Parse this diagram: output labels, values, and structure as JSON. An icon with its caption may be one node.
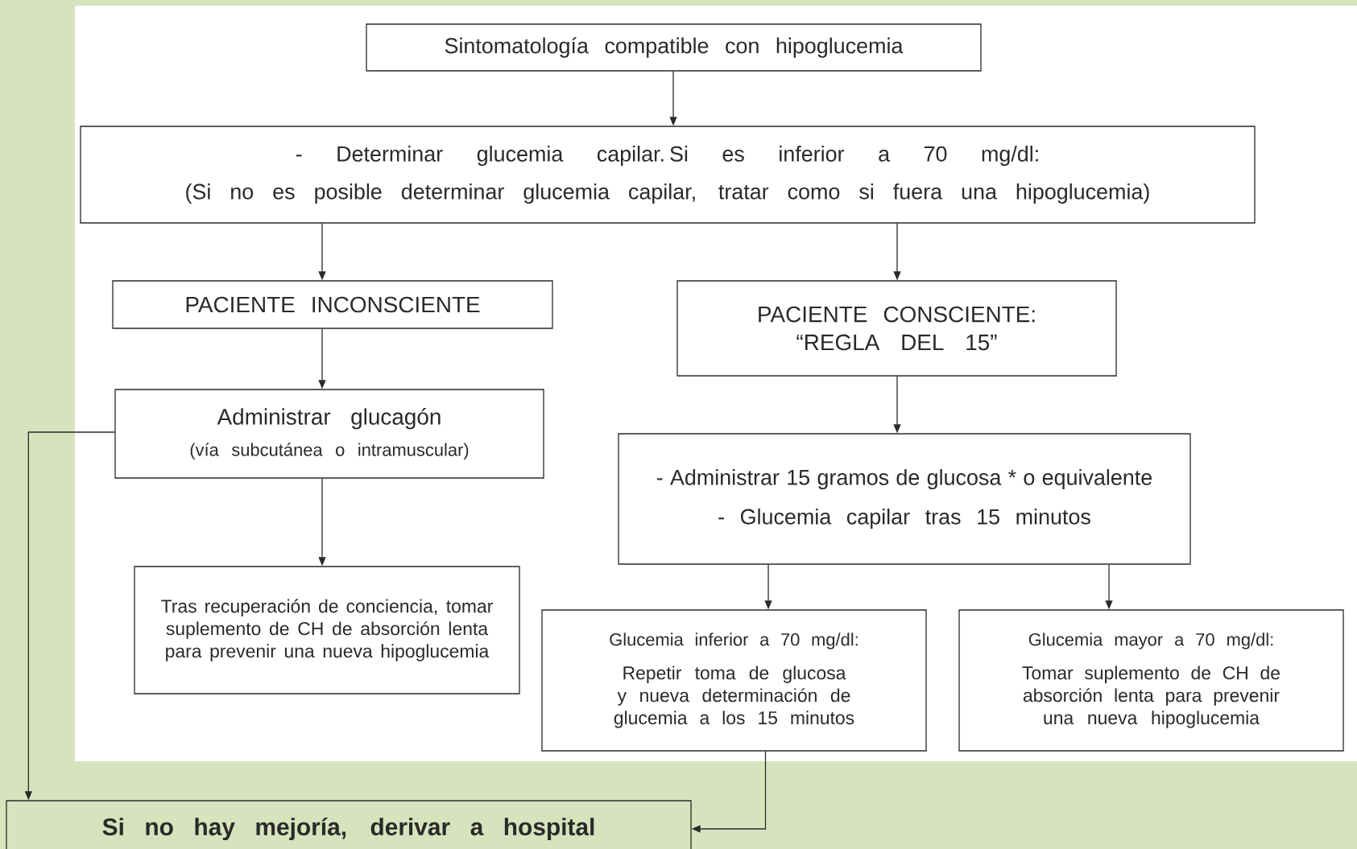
{
  "diagram": {
    "nodes": [
      {
        "text": [
          "Sintomatología compatible con hipoglucemia"
        ]
      },
      {
        "text": [
          "- Determinar glucemia capilar. Si es inferior a 70 mg/dl:",
          "(Si no es posible determinar glucemia capilar, tratar como si fuera una hipoglucemia)"
        ]
      },
      {
        "text": [
          "PACIENTE INCONSCIENTE"
        ]
      },
      {
        "text": [
          "PACIENTE CONSCIENTE: “REGLA DEL 15”"
        ]
      },
      {
        "text": [
          "Administrar glucagón",
          "(vía subcutánea o intramuscular)"
        ]
      },
      {
        "text": [
          "- Administrar 15 gramos de glucosa * o equivalente",
          "- Glucemia capilar tras 15 minutos"
        ]
      },
      {
        "text": [
          "Tras recuperación de conciencia, tomar suplemento de CH de absorción lenta para prevenir una nueva hipoglucemia"
        ]
      },
      {
        "text": [
          "Glucemia inferior a 70 mg/dl:",
          "Repetir toma de glucosa y nueva determinación de glucemia a los 15 minutos"
        ]
      },
      {
        "text": [
          "Glucemia mayor a 70 mg/dl:",
          "Tomar suplemento de CH de absorción lenta para prevenir una nueva hipoglucemia"
        ]
      },
      {
        "text": [
          "Si no hay mejoría, derivar a hospital"
        ]
      }
    ],
    "edges": [
      {
        "from": 0,
        "to": 1,
        "arrow": "to"
      },
      {
        "from": 1,
        "to": 2,
        "arrow": "to"
      },
      {
        "from": 1,
        "to": 3,
        "arrow": "to"
      },
      {
        "from": 2,
        "to": 4,
        "arrow": "to"
      },
      {
        "from": 3,
        "to": 5,
        "arrow": "to"
      },
      {
        "from": 4,
        "to": 6,
        "arrow": "to"
      },
      {
        "from": 5,
        "to": 7,
        "arrow": "to"
      },
      {
        "from": 5,
        "to": 8,
        "arrow": "to"
      },
      {
        "from": 4,
        "to": 9,
        "arrow": "to"
      },
      {
        "from": 7,
        "to": 9,
        "arrow": "to"
      }
    ]
  }
}
